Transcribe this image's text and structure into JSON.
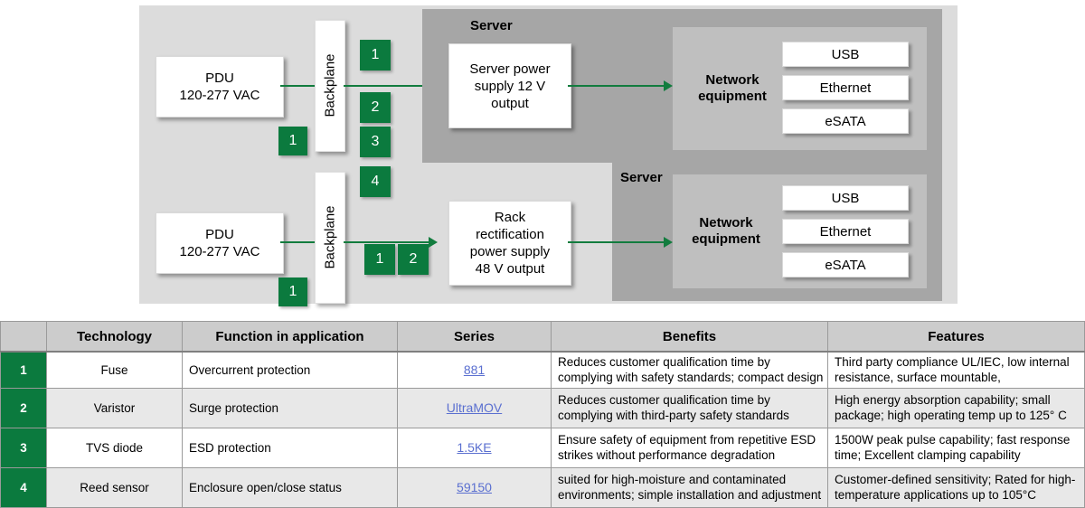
{
  "diagram": {
    "rows": [
      {
        "pdu_label": "PDU\n120-277 VAC",
        "pdu_line1": "PDU",
        "pdu_line2": "120-277 VAC",
        "backplane_label": "Backplane",
        "pdu_badge": "1",
        "stack_badges": [
          "1",
          "2",
          "3",
          "4"
        ],
        "psu_line1": "Server power",
        "psu_line2": "supply 12 V",
        "psu_line3": "output",
        "server_label": "Server",
        "network_label_line1": "Network",
        "network_label_line2": "equipment",
        "ports": [
          "USB",
          "Ethernet",
          "eSATA"
        ]
      },
      {
        "pdu_line1": "PDU",
        "pdu_line2": "120-277 VAC",
        "backplane_label": "Backplane",
        "pdu_badge": "1",
        "inline_badges": [
          "1",
          "2"
        ],
        "psu_line1": "Rack",
        "psu_line2": "rectification",
        "psu_line3": "power supply",
        "psu_line4": "48 V output",
        "server_label": "Server",
        "network_label_line1": "Network",
        "network_label_line2": "equipment",
        "ports": [
          "USB",
          "Ethernet",
          "eSATA"
        ]
      }
    ],
    "colors": {
      "green": "#0b7a3e",
      "arrow_green": "#127c3e",
      "panel_gray": "#dcdcdc",
      "server_gray": "#a6a6a6",
      "network_gray": "#bfbfbf"
    }
  },
  "table": {
    "headers": [
      "",
      "Technology",
      "Function in application",
      "Series",
      "Benefits",
      "Features"
    ],
    "rows": [
      {
        "num": "1",
        "technology": "Fuse",
        "function": "Overcurrent protection",
        "series": "881",
        "benefits": "Reduces customer qualification time by complying with safety standards; compact design",
        "features": "Third party compliance UL/IEC, low internal resistance, surface mountable,"
      },
      {
        "num": "2",
        "technology": "Varistor",
        "function": "Surge protection",
        "series": "UltraMOV",
        "benefits": "Reduces customer qualification time by complying with third-party safety standards",
        "features": "High energy absorption capability; small package; high operating temp up to 125° C"
      },
      {
        "num": "3",
        "technology": "TVS diode",
        "function": "ESD protection",
        "series": "1.5KE",
        "benefits": "Ensure safety of equipment from repetitive ESD strikes  without performance degradation",
        "features": "1500W peak pulse capability; fast response time; Excellent clamping capability"
      },
      {
        "num": "4",
        "technology": "Reed sensor",
        "function": "Enclosure open/close status",
        "series": "59150",
        "benefits": "suited for high-moisture and contaminated environments; simple installation and adjustment",
        "features": "Customer-defined sensitivity; Rated for high-temperature applications up to 105°C"
      }
    ],
    "link_color": "#5a6fd0",
    "header_bg": "#cccccc",
    "num_bg": "#0b7a3e"
  }
}
